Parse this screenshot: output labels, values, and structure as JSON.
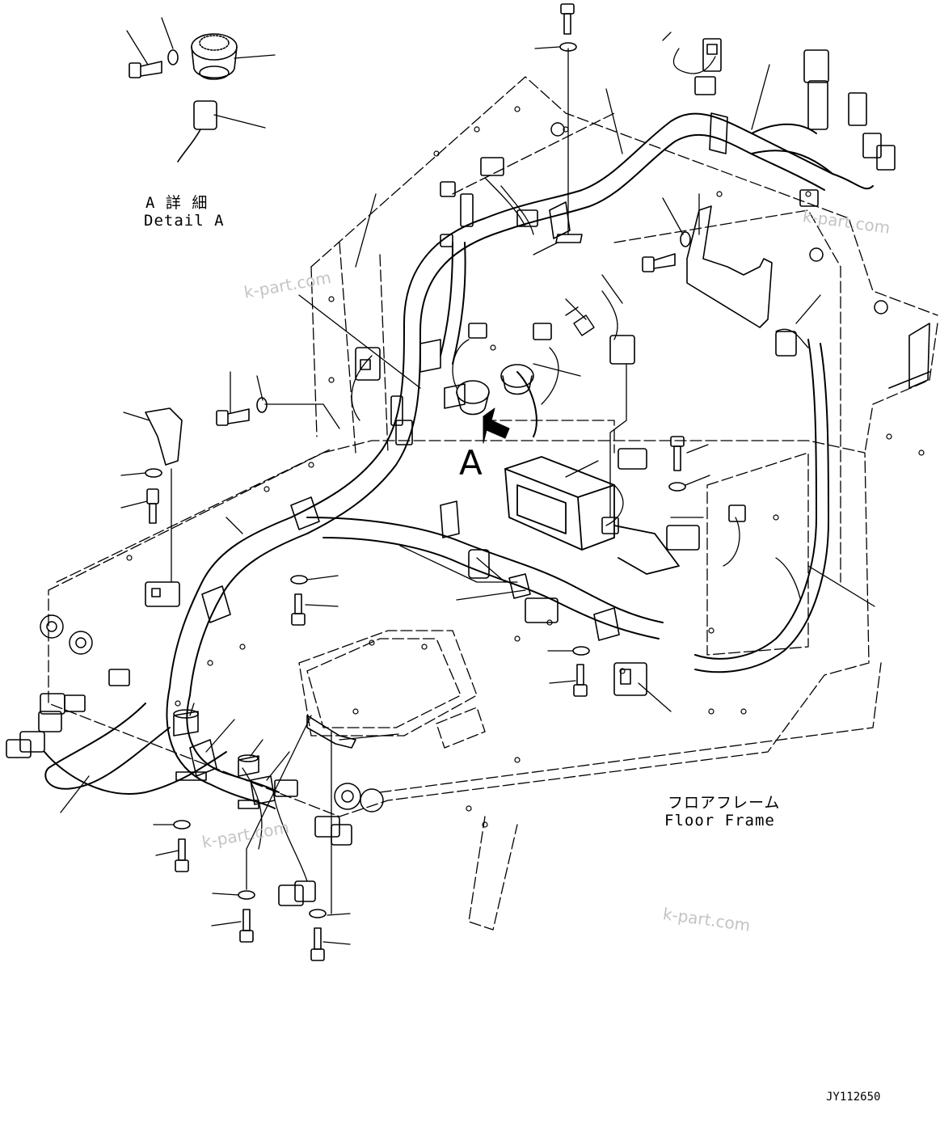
{
  "detail": {
    "title_jp": "A 詳 細",
    "title_en": "Detail A"
  },
  "view_marker": "A",
  "floor_frame": {
    "jp": "フロアフレーム",
    "en": "Floor Frame"
  },
  "watermarks": [
    "k-part.com",
    "k-part.com",
    "k-part.com",
    "k-part.com"
  ],
  "drawing_code": "JY112650"
}
